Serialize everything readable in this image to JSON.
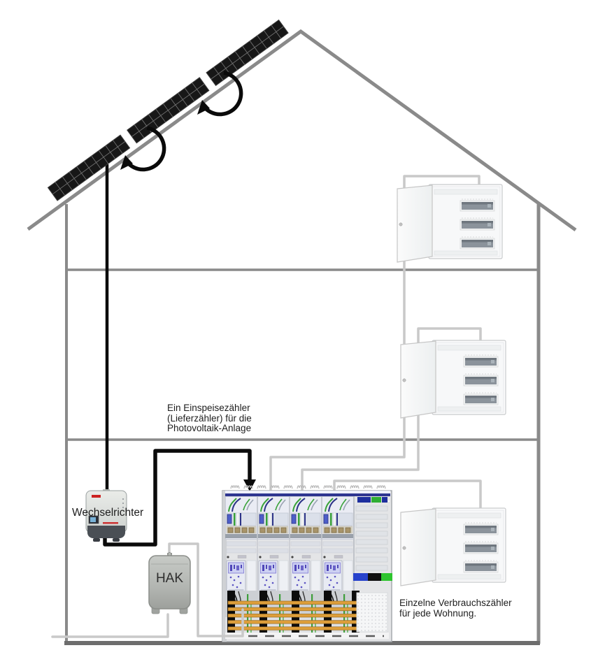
{
  "diagram": {
    "kind": "pv-apartment-house-metering-schematic",
    "labels": {
      "feed_meter": "Ein Einspeisezähler\n(Lieferzähler) für die\nPhotovoltaik-Anlage",
      "inverter": "Wechselrichter",
      "hak": "HAK",
      "consumption_meters": "Einzelne Verbrauchszähler\nfür jede Wohnung."
    },
    "components": {
      "solar_panel_count": 3,
      "floor_count": 3,
      "apartment_distribution_boxes": 3,
      "meter_columns": 4
    },
    "colors": {
      "house": "#8a8a8a",
      "ground": "#6d6d6d",
      "cable": "#c9c9c9",
      "pvCable": "#0b0b0b",
      "panel": "#171717",
      "panelGrid": "#6f6f6f",
      "navy": "#2e3590",
      "orange": "#dd9e3a",
      "green": "#3aa23a",
      "blue": "#1e2f9e",
      "blockGreen": "#2fae33",
      "labelText": "#1d1d1d"
    }
  }
}
